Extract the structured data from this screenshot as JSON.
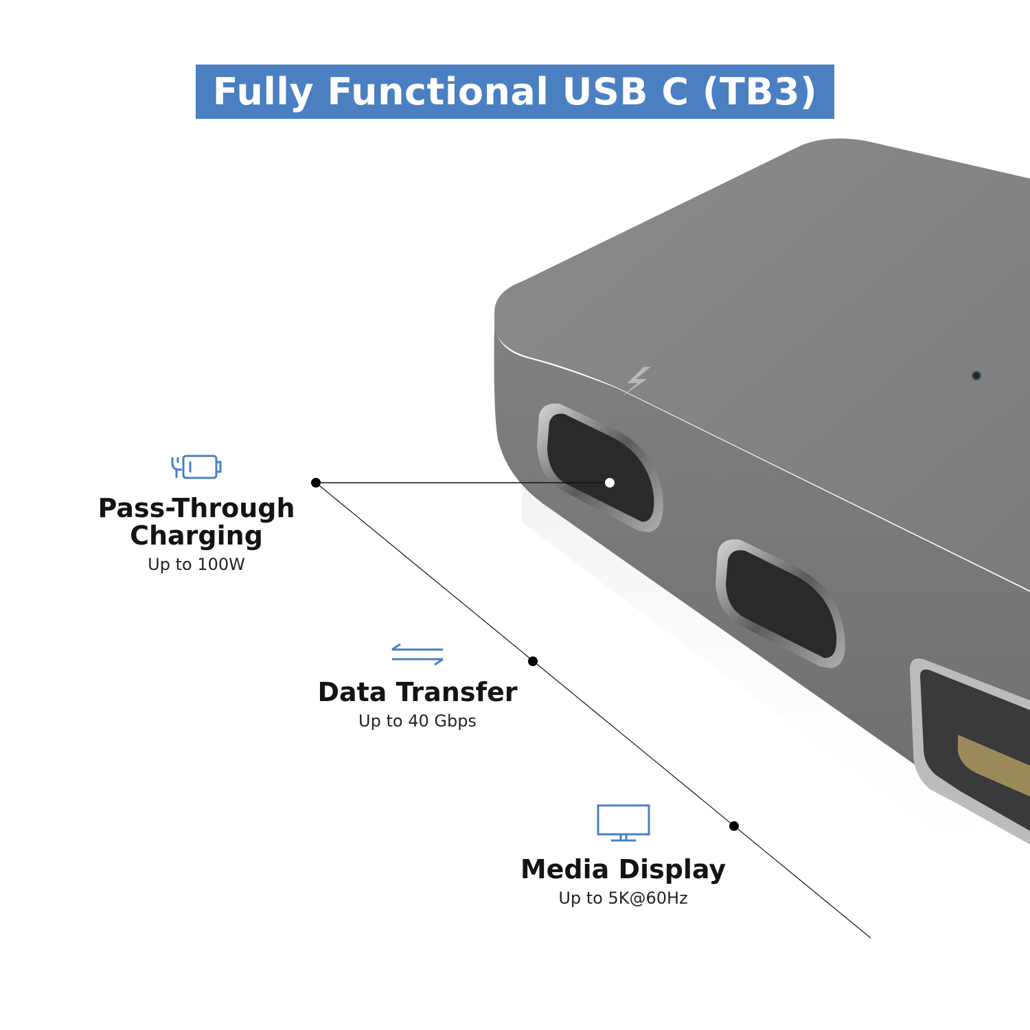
{
  "banner": {
    "title": "Fully Functional USB C (TB3)"
  },
  "colors": {
    "accent": "#4a7fc1",
    "device": "#7a7a7c",
    "text": "#141414"
  },
  "features": [
    {
      "icon": "charging-plug-battery-icon",
      "title_line1": "Pass-Through",
      "title_line2": "Charging",
      "subtitle": "Up to 100W"
    },
    {
      "icon": "transfer-arrows-icon",
      "title": "Data Transfer",
      "subtitle": "Up to 40 Gbps"
    },
    {
      "icon": "monitor-icon",
      "title": "Media Display",
      "subtitle": "Up to 5K@60Hz"
    }
  ],
  "device": {
    "icons": [
      "thunderbolt-icon",
      "status-led"
    ],
    "ports": [
      "usb-c-port-1",
      "usb-c-port-2",
      "hdmi-port"
    ]
  }
}
